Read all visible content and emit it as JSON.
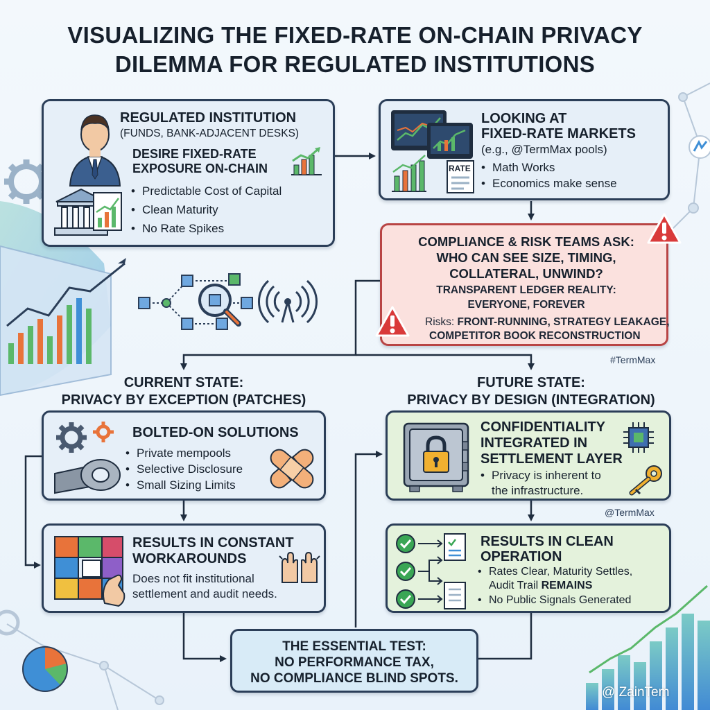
{
  "title": {
    "line1": "VISUALIZING THE FIXED-RATE ON-CHAIN PRIVACY",
    "line2": "DILEMMA FOR REGULATED INSTITUTIONS"
  },
  "institution": {
    "heading": "REGULATED INSTITUTION",
    "subheading": "(FUNDS, BANK-ADJACENT DESKS)",
    "desire_line1": "DESIRE FIXED-RATE",
    "desire_line2": "EXPOSURE ON-CHAIN",
    "bullets": [
      "Predictable Cost of Capital",
      "Clean Maturity",
      "No Rate Spikes"
    ]
  },
  "markets": {
    "heading_line1": "LOOKING AT",
    "heading_line2": "FIXED-RATE MARKETS",
    "subheading": "(e.g., @TermMax pools)",
    "rate_label": "RATE",
    "bullets": [
      "Math Works",
      "Economics make sense"
    ]
  },
  "compliance": {
    "line1": "COMPLIANCE & RISK TEAMS ASK:",
    "line2": "WHO CAN SEE SIZE, TIMING,",
    "line3": "COLLATERAL, UNWIND?",
    "ledger_line1": "TRANSPARENT LEDGER REALITY:",
    "ledger_line2": "EVERYONE, FOREVER",
    "risks_prefix": "Risks:",
    "risks_line1": " FRONT-RUNNING, STRATEGY LEAKAGE,",
    "risks_line2": "COMPETITOR BOOK RECONSTRUCTION",
    "hashtag": "#TermMax"
  },
  "current_state": {
    "title_line1": "CURRENT STATE:",
    "title_line2": "PRIVACY BY EXCEPTION (PATCHES)"
  },
  "future_state": {
    "title_line1": "FUTURE STATE:",
    "title_line2": "PRIVACY BY DESIGN (INTEGRATION)"
  },
  "bolted": {
    "heading": "BOLTED-ON SOLUTIONS",
    "bullets": [
      "Private mempools",
      "Selective Disclosure",
      "Small Sizing Limits"
    ]
  },
  "workarounds": {
    "heading_line1": "RESULTS IN CONSTANT",
    "heading_line2": "WORKAROUNDS",
    "text_line1": "Does not fit institutional",
    "text_line2": "settlement and audit needs."
  },
  "confidentiality": {
    "heading_line1": "CONFIDENTIALITY",
    "heading_line2": "INTEGRATED IN",
    "heading_line3": "SETTLEMENT LAYER",
    "bullet_line1": "Privacy is inherent to",
    "bullet_line2": "the infrastructure.",
    "handle": "@TermMax"
  },
  "clean": {
    "heading_line1": "RESULTS IN CLEAN",
    "heading_line2": "OPERATION",
    "bullet1_line1": "Rates Clear, Maturity Settles,",
    "bullet1_line2_a": "Audit Trail ",
    "bullet1_line2_b": "REMAINS",
    "bullet2": "No Public Signals Generated"
  },
  "essential": {
    "line1": "THE ESSENTIAL TEST:",
    "line2": "NO PERFORMANCE TAX,",
    "line3": "NO COMPLIANCE BLIND SPOTS."
  },
  "watermark": "@ ZainTem",
  "colors": {
    "border": "#2b3e58",
    "alert_bg": "#fbe1de",
    "alert_border": "#b84444",
    "green_bg": "#e4f2dc",
    "box_bg": "#e6eff8",
    "warning": "#d93a3a",
    "check": "#3aa655"
  }
}
